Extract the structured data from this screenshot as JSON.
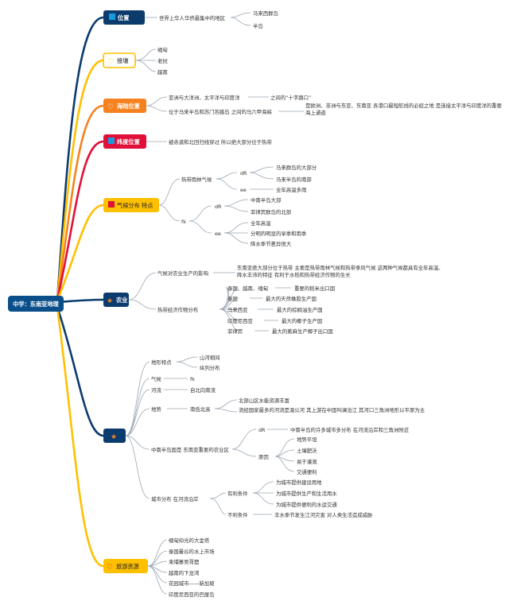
{
  "root": "中学：东南亚地理",
  "colors": {
    "root_bg": "#0b4f8a",
    "navy": "#0c3c6e",
    "yellow": "#ffc000",
    "orange": "#f5821f",
    "red": "#e0103a",
    "line": "#9aa7b5"
  },
  "branches": {
    "b1": {
      "title": "位置",
      "icon": "flag-icon",
      "child": "世界上华人华侨最集中的地区",
      "leaves": [
        "马来西群岛",
        "半岛"
      ]
    },
    "b2": {
      "title": "接壤",
      "icon": "heart-icon",
      "items": [
        "缅甸",
        "老挝",
        "越南"
      ]
    },
    "b3": {
      "title": "海陆位置",
      "icon": "heart-icon",
      "rows": [
        {
          "a": "亚洲与大洋洲、太平洋与印度洋",
          "b": "之间的“十字路口”"
        },
        {
          "a": "位于马来半岛和苏门答腊岛 之间的马六甲海峡",
          "b": "是欧洲、非洲与东亚、东南亚 各港口最短航线的必经之地 是连接太平洋与印度洋的重要海上通道"
        }
      ]
    },
    "b4": {
      "title": "纬度位置",
      "icon": "flag-icon",
      "child": "被赤道和北回归线穿过 所以绝大部分位于热带"
    },
    "b5": {
      "title": "气候分布 特点",
      "icon": "flag-icon",
      "tropical": {
        "label": "热带雨林气候",
        "dist_label": "dR",
        "dist": [
          "马来群岛的大部分",
          "马来半岛的南部"
        ],
        "feat_label": "ee",
        "feat": [
          "全年高温多雨"
        ]
      },
      "monsoon": {
        "label": "fk",
        "dist_label": "dR",
        "dist": [
          "中南半岛大部",
          "菲律宾群岛的北部"
        ],
        "feat_label": "ee",
        "feat": [
          "全年高温",
          "分明的明显的旱季和雨季",
          "降水季节差异很大"
        ]
      }
    },
    "b6": {
      "title": "农业",
      "icon": "star-icon",
      "influence": {
        "label": "气候对农业生产的影响",
        "text": "东南亚绝大部分位于热带 主要是热带雨林气候和热带季风气候 这两种气候都具有全年高温、降水丰沛的特征 有利于水稻和热带经济作物的生长"
      },
      "crops": {
        "label": "热带经济作物分布",
        "rows": [
          {
            "a": "泰国、越南、缅甸",
            "b": "重要的稻米出口国"
          },
          {
            "a": "泰国",
            "b": "最大的天然橡胶生产国"
          },
          {
            "a": "马来西亚",
            "b": "最大的棕榈油生产国"
          },
          {
            "a": "印度尼西亚",
            "b": "最大的椰子生产国"
          },
          {
            "a": "菲律宾",
            "b": "最大的蕉麻生产椰子出口国"
          }
        ]
      }
    },
    "b7": {
      "title": "",
      "icon": "star-icon",
      "terrain": {
        "label": "地形特点",
        "items": [
          "山河相间",
          "纵列分布"
        ]
      },
      "climate": {
        "label": "气候",
        "value": "fk"
      },
      "river": {
        "label": "河流",
        "value": "自北向南流"
      },
      "slope": {
        "label": "地势",
        "value": "南低北高",
        "notes": [
          "北部山区水能资源丰富",
          "流经国家最多的河流是湄公河 其上游在中国叫澜沧江 其河口三角洲地形以平原为主"
        ]
      },
      "agri": {
        "label": "中南半岛国是 东南亚重要的农业区",
        "dist_label": "dR",
        "dist": "中南半岛的许多城市多分布 在河流沿岸和三角洲附近",
        "reason_label": "原因",
        "reasons": [
          "地势平坦",
          "土壤肥沃",
          "易于灌溉",
          "交通便利"
        ]
      },
      "cities": {
        "label": "城市分布 在河流沿岸",
        "fav_label": "有利条件",
        "fav": [
          "为城市提供建设用地",
          "为城市提供生产和生活用水",
          "为城市提供便利的水运交通"
        ],
        "unfav_label": "不利条件",
        "unfav": "丰水季节发生江河灾害 对人类生活造成威胁"
      }
    },
    "b8": {
      "title": "旅游资源",
      "icon": "heart-icon",
      "items": [
        "缅甸仰光的大金塔",
        "泰国曼谷的水上市场",
        "柬埔寨吴哥窟",
        "越南的下龙湾",
        "花园城市——新加坡",
        "印度尼西亚的巴厘岛"
      ]
    }
  }
}
